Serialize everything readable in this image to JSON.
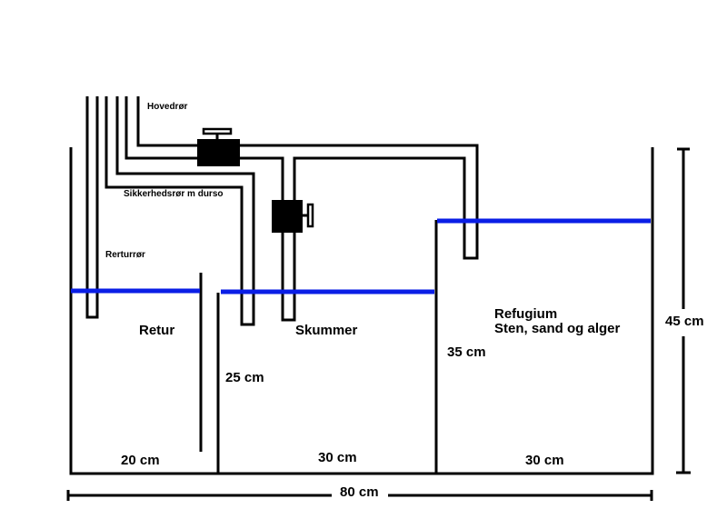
{
  "labels": {
    "main_pipe": "Hovedrør",
    "safety_pipe": "Sikkerhedsrør m durso",
    "return_pipe": "Rerturrør",
    "return_chamber": "Retur",
    "skimmer_chamber": "Skummer",
    "refugium_title": "Refugium",
    "refugium_desc": "Sten, sand og alger"
  },
  "dimensions": {
    "return_width": "20 cm",
    "skimmer_width": "30 cm",
    "refugium_width": "30 cm",
    "baffle_height": "25 cm",
    "refugium_wall_height": "35 cm",
    "tank_height": "45 cm",
    "tank_length": "80 cm"
  },
  "colors": {
    "water": "#0a1ee6",
    "lines": "#000000"
  }
}
